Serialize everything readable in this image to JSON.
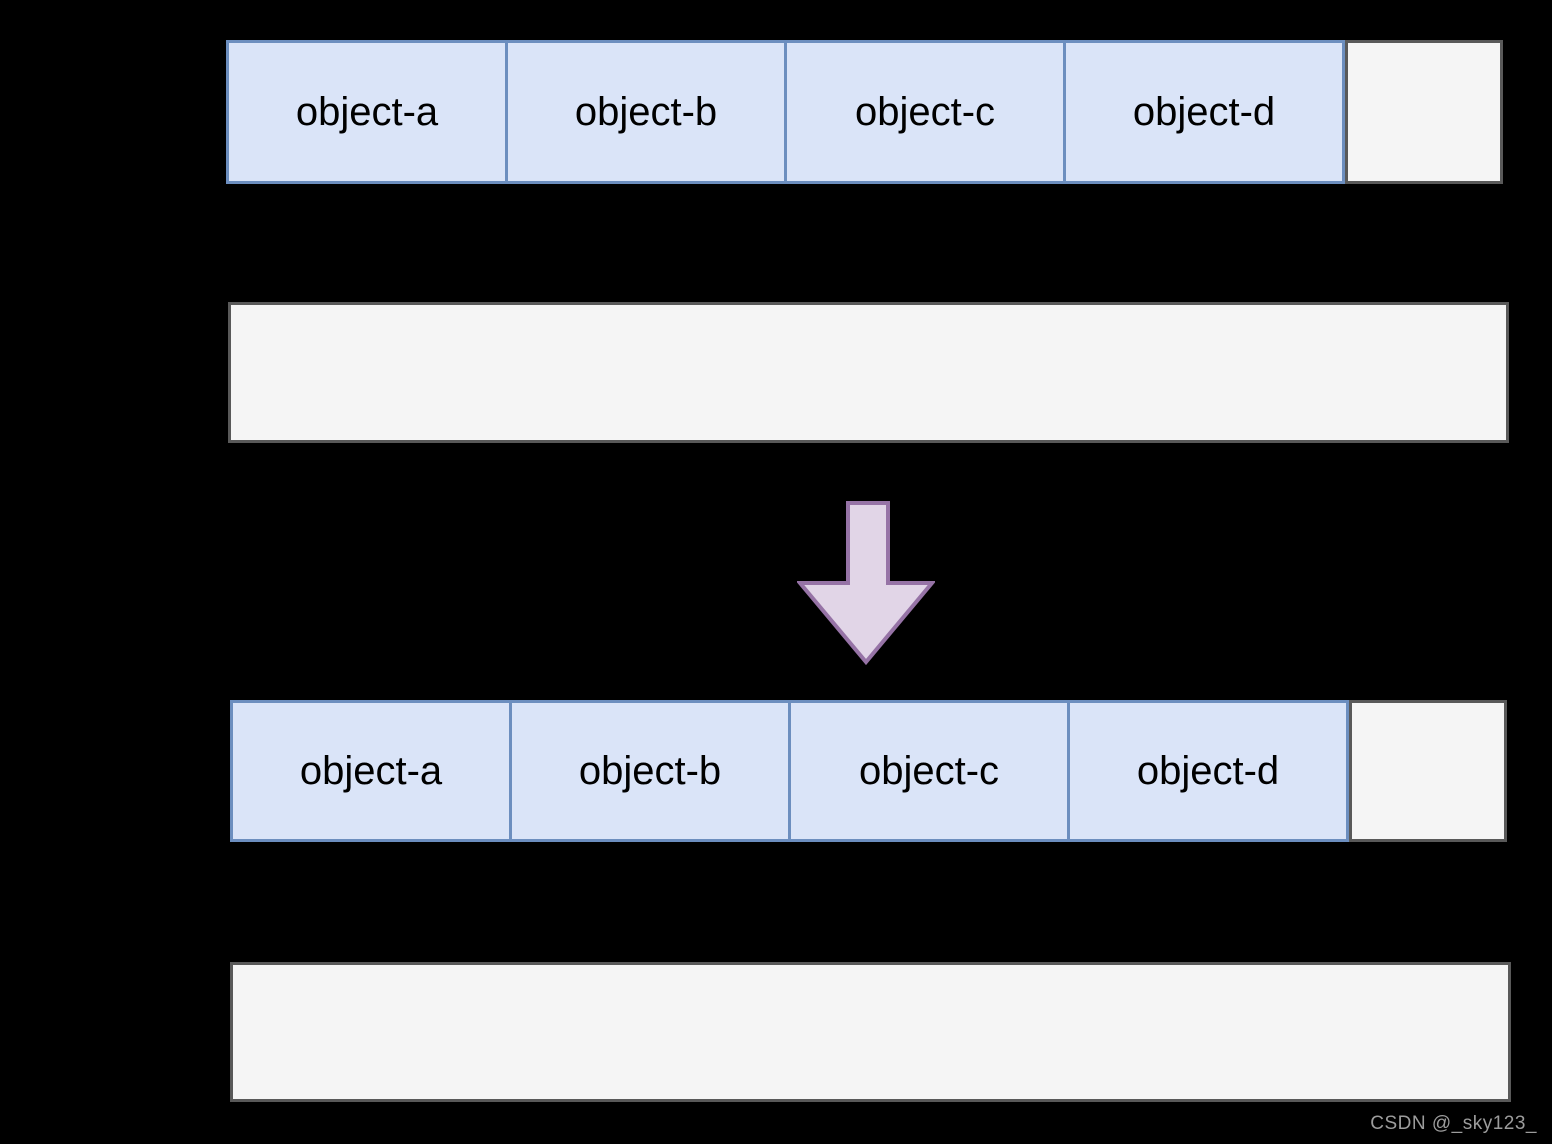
{
  "rows": {
    "top": {
      "objects": [
        "object-a",
        "object-b",
        "object-c",
        "object-d"
      ],
      "free_space_label": ""
    },
    "bottom": {
      "objects": [
        "object-a",
        "object-b",
        "object-c",
        "object-d"
      ],
      "free_space_label": ""
    }
  },
  "arrow": {
    "direction": "down"
  },
  "watermark": {
    "text": "CSDN @_sky123_"
  },
  "colors": {
    "background": "#000000",
    "object_box_fill": "#dae4f8",
    "object_box_stroke": "#6c8ebf",
    "empty_box_fill": "#f5f5f5",
    "empty_box_stroke": "#595959",
    "arrow_fill": "#e1d5e7",
    "arrow_stroke": "#9673a6",
    "label_text": "#000000",
    "watermark_text": "#9c9c9c"
  }
}
